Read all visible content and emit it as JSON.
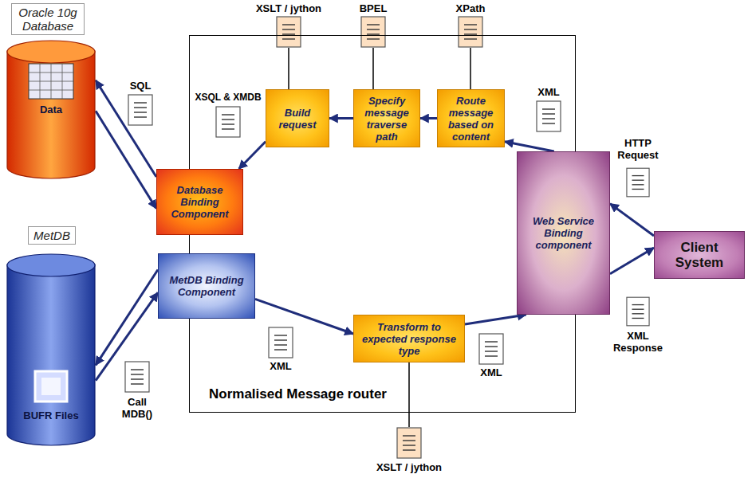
{
  "diagram": {
    "nodes": [
      {
        "text": [
          "Oracle 10g Database",
          "Data"
        ]
      },
      {
        "text": [
          "Normalised Message router"
        ]
      },
      {
        "text": [
          "Build request"
        ],
        "in": 1
      },
      {
        "text": [
          "Specify message traverse path"
        ],
        "in": 1
      },
      {
        "text": [
          "Route message based on content"
        ],
        "in": 1
      },
      {
        "text": [
          "Database Binding Component"
        ]
      },
      {
        "text": [
          "Web Service Binding component"
        ]
      },
      {
        "text": [
          "Client System"
        ]
      },
      {
        "text": [
          "MetDB",
          "BUFR Files"
        ]
      },
      {
        "text": [
          "MetDB Binding Component"
        ]
      },
      {
        "text": [
          "Transform to expected response type"
        ],
        "in": 1
      }
    ],
    "edges": [
      {
        "from": 6,
        "to": 4,
        "arrow": "to"
      },
      {
        "from": 4,
        "to": 3,
        "arrow": "to"
      },
      {
        "from": 3,
        "to": 2,
        "arrow": "to"
      },
      {
        "from": 2,
        "to": 5,
        "arrow": "to"
      },
      {
        "from": 5,
        "to": 0,
        "arrow": "to"
      },
      {
        "from": 0,
        "to": 5,
        "arrow": "to"
      },
      {
        "from": 9,
        "to": 8,
        "arrow": "to"
      },
      {
        "from": 8,
        "to": 9,
        "arrow": "to"
      },
      {
        "from": 9,
        "to": 10,
        "arrow": "to"
      },
      {
        "from": 10,
        "to": 6,
        "arrow": "to"
      },
      {
        "from": 7,
        "to": 6,
        "arrow": "to"
      },
      {
        "from": 6,
        "to": 7,
        "arrow": "to"
      }
    ],
    "labels": [
      "XSLT / jython",
      "BPEL",
      "XPath",
      "SQL",
      "XSQL & XMDB",
      "XML",
      "HTTP Request",
      "XML Response",
      "Call MDB()",
      "XML",
      "XML",
      "XSLT / jython"
    ]
  }
}
